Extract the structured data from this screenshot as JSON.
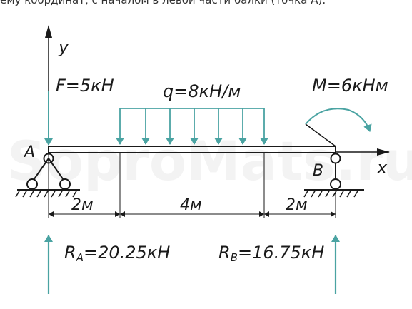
{
  "caption": "ему координат, с началом в левой части балки (точка А).",
  "watermark": "SoproMats.ru",
  "colors": {
    "teal": "#4aa3a2",
    "ink": "#1a1a1a"
  },
  "axes": {
    "y_label": "y",
    "x_label": "x"
  },
  "beam": {
    "support_a_label": "A",
    "support_b_label": "B",
    "segments": [
      "2м",
      "4м",
      "2м"
    ]
  },
  "loads": {
    "point_force": "F=5кН",
    "distributed": "q=8кН/м",
    "moment": "M=6кНм"
  },
  "reactions": {
    "ra_label": "R",
    "ra_sub": "A",
    "ra_value": "=20.25кН",
    "rb_label": "R",
    "rb_sub": "B",
    "rb_value": "=16.75кН"
  }
}
